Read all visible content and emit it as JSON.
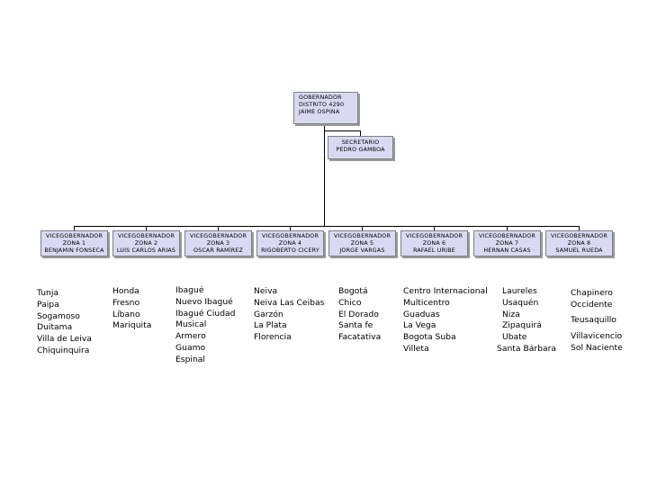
{
  "governor": [
    "GOBERNADOR",
    "DISTRITO 4290",
    "JAIME OSPINA"
  ],
  "secretary": [
    "SECRETARIO",
    "PEDRO GAMBOA"
  ],
  "zones": [
    {
      "lines": [
        "VICEGOBERNADOR",
        "ZONA 1",
        "BENJAMIN FONSECA"
      ],
      "cities": [
        "Tunja",
        "Paipa",
        "Sogamoso",
        "Duitama",
        "Villa de Leiva",
        "Chiquinquira"
      ]
    },
    {
      "lines": [
        "VICEGOBERNADOR",
        "ZONA 2",
        "LUIS CARLOS ARIAS"
      ],
      "cities": [
        "Honda",
        "Fresno",
        "Líbano",
        "Mariquita"
      ]
    },
    {
      "lines": [
        "VICEGOBERNADOR",
        "ZONA 3",
        "OSCAR RAMÍREZ"
      ],
      "cities": [
        "Ibagué",
        "Nuevo Ibagué",
        "Ibagué Ciudad",
        "Musical",
        "Armero",
        "Guamo",
        "Espinal"
      ]
    },
    {
      "lines": [
        "VICEGOBERNADOR",
        "ZONA 4",
        "RIGOBERTO CICERY"
      ],
      "cities": [
        "Neiva",
        "Neiva Las Ceibas",
        "Garzón",
        "La Plata",
        "Florencia"
      ]
    },
    {
      "lines": [
        "VICEGOBERNADOR",
        "ZONA 5",
        "JORGE VARGAS"
      ],
      "cities": [
        "Bogotá",
        "Chico",
        "El Dorado",
        "Santa fe",
        "Facatativa"
      ]
    },
    {
      "lines": [
        "VICEGOBERNADOR",
        "ZONA 6",
        "RAFAEL URIBE"
      ],
      "cities": [
        "Centro Internacional",
        "Multicentro",
        "Guaduas",
        "La Vega",
        "Bogota Suba",
        "Villeta"
      ]
    },
    {
      "lines": [
        "VICEGOBERNADOR",
        "ZONA 7",
        "HERNAN CASAS"
      ],
      "cities": [
        "Laureles",
        "Usaquén",
        "Niza",
        "Zipaquirá",
        "Ubate",
        "Santa Bárbara"
      ]
    },
    {
      "lines": [
        "VICEGOBERNADOR",
        "ZONA 8",
        "SAMUEL RUEDA"
      ],
      "cities": [
        "Chapinero",
        "Occidente",
        "Teusaquillo",
        "Villavicencio",
        "Sol Naciente"
      ]
    }
  ]
}
